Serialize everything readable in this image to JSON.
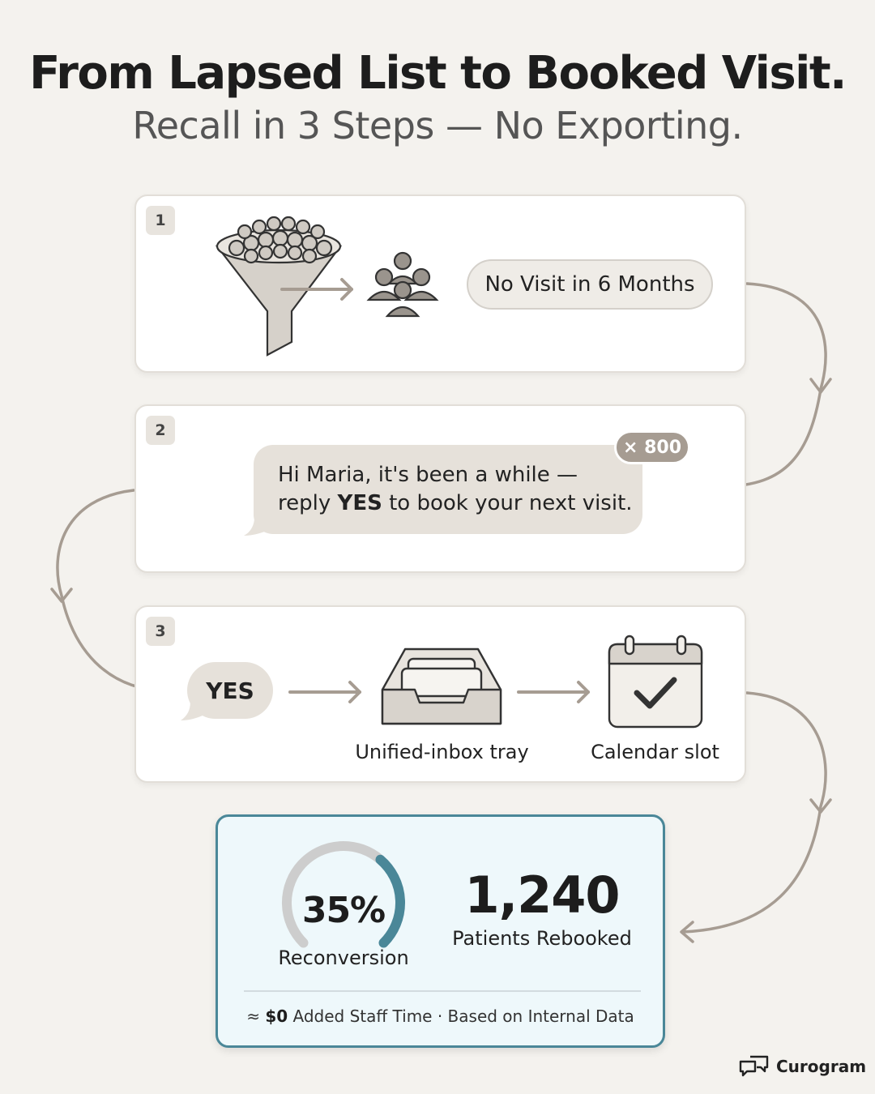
{
  "header": {
    "title": "From Lapsed List to Booked Visit.",
    "subtitle": "Recall in 3 Steps — No Exporting."
  },
  "step1": {
    "number": "1",
    "filter_label": "No Visit in 6 Months",
    "icons": [
      "funnel-icon",
      "arrow-right-icon",
      "people-group-icon"
    ]
  },
  "step2": {
    "number": "2",
    "message_line1": "Hi Maria, it's been a while —",
    "message_pre": "reply ",
    "message_keyword": "YES",
    "message_post": " to book your next visit.",
    "count_badge": "× 800"
  },
  "step3": {
    "number": "3",
    "reply": "YES",
    "inbox_label": "Unified-inbox tray",
    "calendar_label": "Calendar slot",
    "icons": [
      "inbox-tray-icon",
      "calendar-check-icon"
    ]
  },
  "results": {
    "reconversion_value": "35%",
    "reconversion_fraction": 0.35,
    "reconversion_label": "Reconversion",
    "rebooked_value": "1,240",
    "rebooked_label": "Patients Rebooked",
    "footnote_pre": "≈ ",
    "footnote_amount": "$0",
    "footnote_post": " Added Staff Time · Based on Internal Data"
  },
  "brand": {
    "name": "Curogram",
    "icon": "chat-bubbles-logo-icon"
  },
  "colors": {
    "background": "#f4f2ee",
    "accent": "#4a8798",
    "connector": "#a69c92",
    "bubble": "#e6e1da",
    "results_bg": "#eef8fb"
  }
}
